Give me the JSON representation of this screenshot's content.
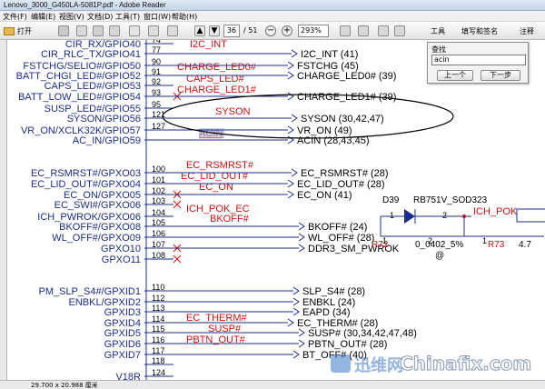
{
  "window": {
    "title": "Lenovo_3000_G450LA-5081P.pdf - Adobe Reader"
  },
  "menu": [
    "文件(F)",
    "编辑(E)",
    "视图(V)",
    "文档(D)",
    "工具(T)",
    "窗口(W)",
    "帮助(H)"
  ],
  "toolbar": {
    "open_label": "打开",
    "page_current": "36",
    "page_total": "/ 51",
    "zoom": "293%",
    "tools_label": "工具",
    "sign_label": "填写和签名",
    "comment_label": "注释"
  },
  "search_panel": {
    "label": "查找",
    "query": "acin",
    "prev_label": "上一个",
    "next_label": "下一步"
  },
  "statusbar": {
    "page_size": "29.700 x 20.988 厘米"
  },
  "watermark": {
    "cn": "迅维网",
    "en": "Chinafix.com"
  },
  "schematic": {
    "colors": {
      "pin_name": "#1c2c8c",
      "net_red": "#d01010",
      "wire": "#1c2c8c",
      "text": "#000000"
    },
    "left_pins": [
      {
        "name": "CIR_RX/GPIO40",
        "num": "74"
      },
      {
        "name": "CIR_RLC_TX/GPIO41",
        "num": "77"
      },
      {
        "name": "FSTCHG/SELIO#/GPIO50",
        "num": "90"
      },
      {
        "name": "BATT_CHGI_LED#/GPIO52",
        "num": "91"
      },
      {
        "name": "CAPS_LED#/GPIO53",
        "num": "92"
      },
      {
        "name": "BATT_LOW_LED#/GPIO54",
        "num": "93"
      },
      {
        "name": "SUSP_LED#/GPIO55",
        "num": "95"
      },
      {
        "name": "SYSON/GPIO56",
        "num": "121"
      },
      {
        "name": "VR_ON/XCLK32K/GPIO57",
        "num": "127"
      },
      {
        "name": "AC_IN/GPIO59",
        "num": ""
      },
      {
        "name": "EC_RSMRST#/GPXO03",
        "num": "100"
      },
      {
        "name": "EC_LID_OUT#/GPXO04",
        "num": "101"
      },
      {
        "name": "EC_ON/GPXO05",
        "num": "102"
      },
      {
        "name": "EC_SWI#/GPXO06",
        "num": "103"
      },
      {
        "name": "ICH_PWROK/GPXO06",
        "num": "104"
      },
      {
        "name": "BKOFF#/GPXO08",
        "num": "105"
      },
      {
        "name": "WL_OFF#/GPXO09",
        "num": "106"
      },
      {
        "name": "GPXO10",
        "num": "107"
      },
      {
        "name": "GPXO11",
        "num": "108"
      },
      {
        "name": "PM_SLP_S4#/GPXID1",
        "num": "110"
      },
      {
        "name": "ENBKL/GPXID2",
        "num": "112"
      },
      {
        "name": "GPXID3",
        "num": "113"
      },
      {
        "name": "GPXID4",
        "num": "114"
      },
      {
        "name": "GPXID5",
        "num": "115"
      },
      {
        "name": "GPXID6",
        "num": "116"
      },
      {
        "name": "GPXID7",
        "num": "117"
      },
      {
        "name": "",
        "num": "118"
      },
      {
        "name": "V18R",
        "num": "124"
      }
    ],
    "net_labels_red": [
      "I2C_INT",
      "CHARGE_LED0#",
      "CAPS_LED#",
      "CHARGE_LED1#",
      "SYSON",
      "ACIN",
      "EC_RSMRST#",
      "EC_LID_OUT#",
      "EC_ON",
      "ICH_POK_EC",
      "BKOFF#",
      "EC_THERM#",
      "SUSP#",
      "PBTN_OUT#"
    ],
    "net_refs": [
      {
        "name": "I2C_INT",
        "ref": "(41)"
      },
      {
        "name": "FSTCHG",
        "ref": "(45)"
      },
      {
        "name": "CHARGE_LED0#",
        "ref": "(39)"
      },
      {
        "name": "CHARGE_LED1#",
        "ref": "(39)"
      },
      {
        "name": "SYSON",
        "ref": "(30,42,47)"
      },
      {
        "name": "VR_ON",
        "ref": "(49)"
      },
      {
        "name": "ACIN",
        "ref": "(28,43,45)"
      },
      {
        "name": "EC_RSMRST#",
        "ref": "(28)"
      },
      {
        "name": "EC_LID_OUT#",
        "ref": "(28)"
      },
      {
        "name": "EC_ON",
        "ref": "(41)"
      },
      {
        "name": "BKOFF#",
        "ref": "(24)"
      },
      {
        "name": "WL_OFF#",
        "ref": "(28)"
      },
      {
        "name": "DDR3_SM_PWROK",
        "ref": ""
      },
      {
        "name": "SLP_S4#",
        "ref": "(28)"
      },
      {
        "name": "ENBKL",
        "ref": "(24)"
      },
      {
        "name": "EAPD",
        "ref": "(34)"
      },
      {
        "name": "EC_THERM#",
        "ref": "(28)"
      },
      {
        "name": "SUSP#",
        "ref": "(30,34,42,47,48)"
      },
      {
        "name": "PBTN_OUT#",
        "ref": "(28)"
      },
      {
        "name": "BT_OFF#",
        "ref": "(40)"
      }
    ],
    "components": {
      "diode_ref": "D39",
      "diode_part": "RB751V_SOD323",
      "diode_pin1": "1",
      "diode_pin2": "2",
      "net_right": "ICH_POK",
      "r72": "R72",
      "r73": "R73",
      "r_value": "0_0402_5%",
      "r_value2": "4.7",
      "r72_pin1": "1",
      "r72_pin2": "2",
      "r73_pin1": "1",
      "at": "@"
    }
  }
}
